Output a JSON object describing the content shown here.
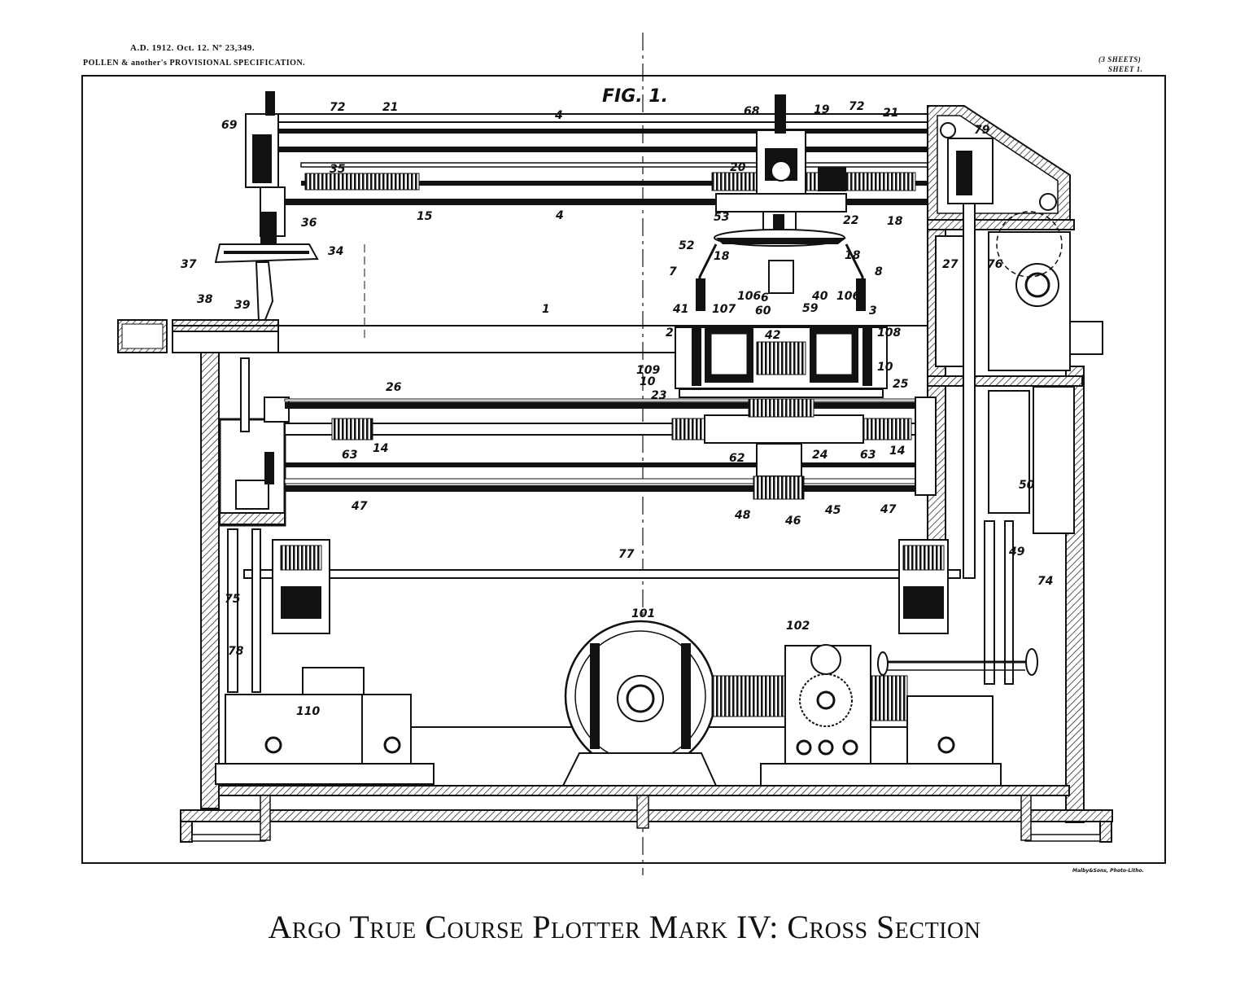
{
  "header": {
    "line1": "A.D. 1912. Oct. 12. Nº 23,349.",
    "line2": "POLLEN & another's PROVISIONAL SPECIFICATION.",
    "sheets": "(3 SHEETS)",
    "sheet": "SHEET 1."
  },
  "figure": {
    "title": "FIG. 1."
  },
  "printer": "Malby&Sons, Photo-Litho.",
  "caption": "Argo True Course Plotter Mark IV: Cross Section",
  "callouts": [
    "69",
    "72",
    "21",
    "4",
    "68",
    "19",
    "72",
    "21",
    "79",
    "35",
    "20",
    "15",
    "4",
    "22",
    "18",
    "36",
    "53",
    "34",
    "52",
    "37",
    "18",
    "18",
    "7",
    "8",
    "76",
    "27",
    "41",
    "106",
    "6",
    "40",
    "106",
    "3",
    "38",
    "39",
    "1",
    "2",
    "107",
    "60",
    "59",
    "108",
    "42",
    "109",
    "10",
    "10",
    "23",
    "26",
    "25",
    "14",
    "24",
    "14",
    "62",
    "63",
    "63",
    "47",
    "48",
    "46",
    "45",
    "47",
    "50",
    "77",
    "49",
    "75",
    "74",
    "78",
    "101",
    "102",
    "110"
  ]
}
